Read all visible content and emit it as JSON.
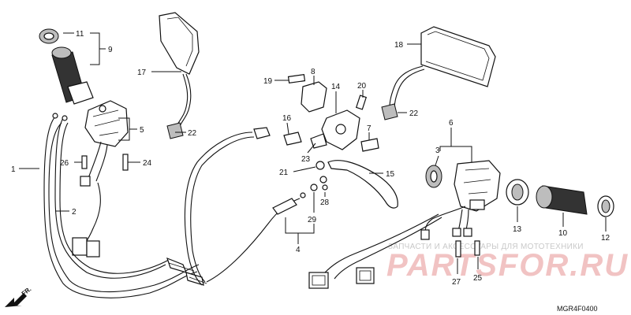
{
  "watermark": {
    "caption": "ЗАПЧАСТИ И АКСЕССУАРЫ ДЛЯ МОТОТЕХНИКИ",
    "brand": "PARTSFOR.RU"
  },
  "diagram_code": "MGR4F0400",
  "direction_label": "FR.",
  "callouts": {
    "p1": "1",
    "p2": "2",
    "p3": "3",
    "p4": "4",
    "p5": "5",
    "p6": "6",
    "p7": "7",
    "p8": "8",
    "p9": "9",
    "p10": "10",
    "p11": "11",
    "p12": "12",
    "p13": "13",
    "p14": "14",
    "p15": "15",
    "p16": "16",
    "p17": "17",
    "p18": "18",
    "p19": "19",
    "p20": "20",
    "p21": "21",
    "p22a": "22",
    "p22b": "22",
    "p23": "23",
    "p24": "24",
    "p25": "25",
    "p26": "26",
    "p27": "27",
    "p28": "28",
    "p29": "29"
  },
  "colors": {
    "ink": "#111111",
    "watermark_brand": "#f1c3c3",
    "watermark_caption": "#c9c9c9"
  }
}
